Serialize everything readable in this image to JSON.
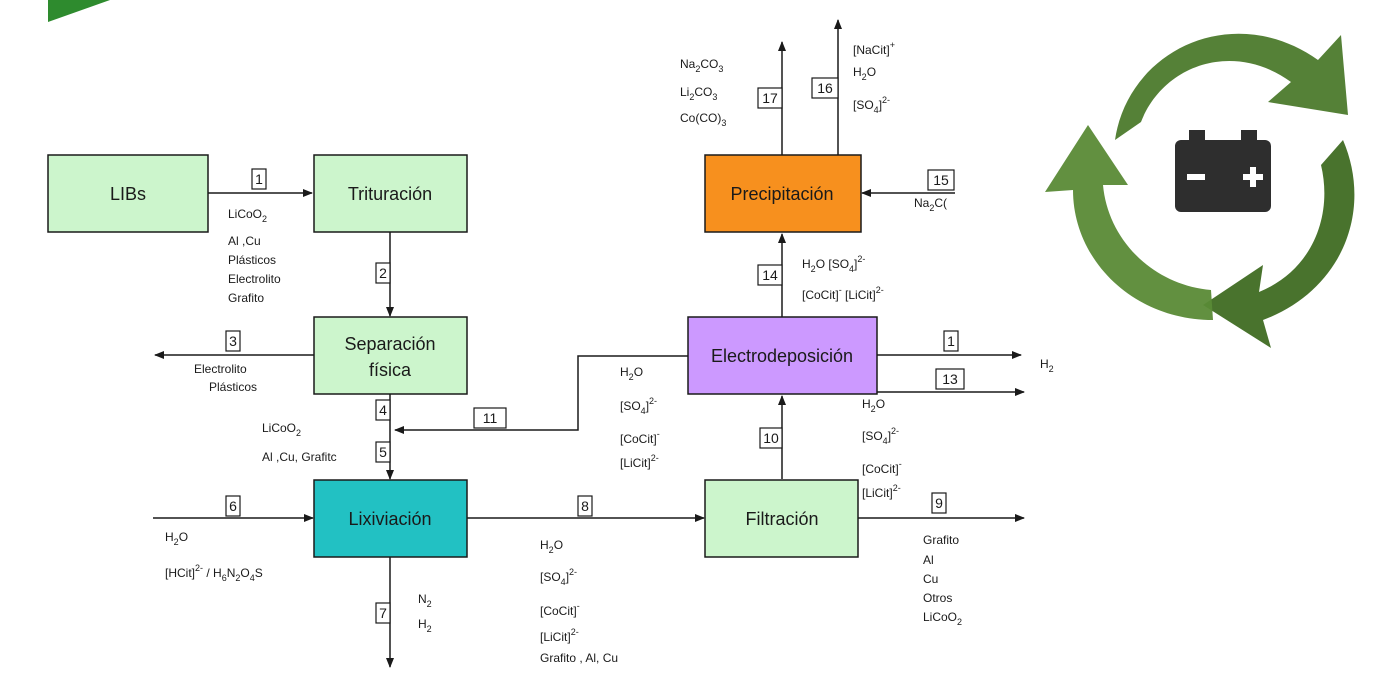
{
  "colors": {
    "box_green": "#ccf5cc",
    "box_teal": "#22c1c3",
    "box_orange": "#f7901e",
    "box_purple": "#cc99ff",
    "line": "#1a1a1a",
    "recycle_green": "#4c7a2c",
    "battery": "#2e2e2e"
  },
  "boxes": {
    "libs": "LIBs",
    "trituracion": "Trituración",
    "separacion_1": "Separación",
    "separacion_2": "física",
    "lixiviacion": "Lixiviación",
    "filtracion": "Filtración",
    "electrodeposicion": "Electrodeposición",
    "precipitacion": "Precipitación"
  },
  "streams": {
    "s1": "1",
    "s2": "2",
    "s3": "3",
    "s4": "4",
    "s5": "5",
    "s6": "6",
    "s7": "7",
    "s8": "8",
    "s9": "9",
    "s10": "10",
    "s11": "11",
    "s12": "1",
    "s13": "13",
    "s14": "14",
    "s15": "15",
    "s16": "16",
    "s17": "17"
  },
  "labels": {
    "stream1": {
      "licoo2": "LiCoO",
      "alcu": "Al ,Cu",
      "plasticos": "Plásticos",
      "electrolito": "Electrolito",
      "grafito": "Grafito"
    },
    "stream3": {
      "electrolito": "Electrolito",
      "plasticos": "Plásticos"
    },
    "stream4": {
      "licoo2": "LiCoO",
      "mix": "Al ,Cu, Grafitc"
    },
    "stream6": {
      "h2o": "H",
      "hcit_a": "[HCit]",
      "hcit_b": " / H",
      "hcit_c": "N",
      "hcit_d": "O",
      "hcit_e": "S"
    },
    "stream7": {
      "n2": "N",
      "h2": "H"
    },
    "stream8": {
      "h2o": "H",
      "so4": "[SO",
      "cocit": "[CoCit]",
      "licit": "[LiCit]",
      "solids": "Grafito , Al, Cu"
    },
    "stream9": {
      "grafito": "Grafito",
      "al": "Al",
      "cu": "Cu",
      "otros": "Otros",
      "licoo2": "LiCoO"
    },
    "stream10": {
      "h2o": "H",
      "so4": "[SO",
      "cocit": "[CoCit]",
      "licit": "[LiCit]"
    },
    "stream11": {
      "h2o": "H",
      "so4": "[SO",
      "cocit": "[CoCit]",
      "licit": "[LiCit]"
    },
    "stream12": {
      "h2": "H"
    },
    "stream14": {
      "line1_a": "H",
      "line1_b": "O [SO",
      "line2_a": "[CoCit]",
      "line2_b": " [LiCit]"
    },
    "stream15": {
      "na2": "Na",
      "co": "C("
    },
    "stream16": {
      "nacit": "[NaCit]",
      "h2o": "H",
      "so4": "[SO"
    },
    "stream17": {
      "na2co3_a": "Na",
      "na2co3_b": "CO",
      "li2co3_a": "Li",
      "li2co3_b": "CO",
      "coco3_a": "Co(CO)"
    },
    "sub": {
      "two": "2",
      "three": "3",
      "four": "4",
      "six": "6"
    },
    "sup": {
      "plus": "+",
      "minus": "-",
      "two_minus": "2-"
    }
  },
  "icons": {
    "recycle": "recycle-battery-icon",
    "corner": "green-triangle-icon"
  }
}
